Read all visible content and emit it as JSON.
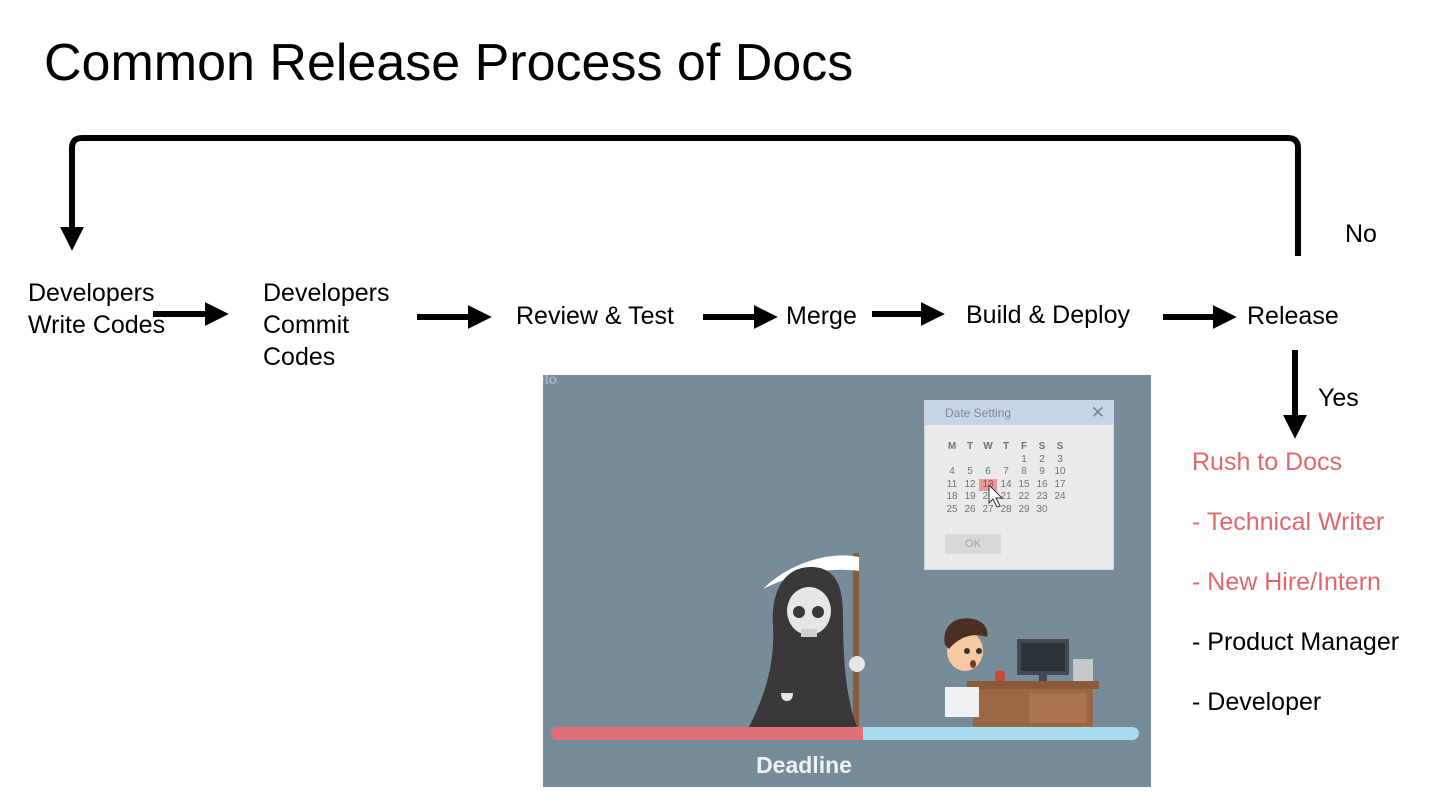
{
  "title": "Common Release Process of Docs",
  "steps": {
    "write": "Developers Write Codes",
    "commit": "Developers Commit Codes",
    "review": "Review & Test",
    "merge": "Merge",
    "build": "Build & Deploy",
    "release": "Release"
  },
  "decision": {
    "no": "No",
    "yes": "Yes"
  },
  "roles": {
    "heading": "Rush to Docs",
    "items": [
      "- Technical Writer",
      "- New Hire/Intern",
      "- Product Manager",
      "- Developer"
    ]
  },
  "illustration": {
    "watermark": "elo",
    "dialog_title": "Date Setting",
    "close": "✕",
    "weekdays": [
      "M",
      "T",
      "W",
      "T",
      "F",
      "S",
      "S"
    ],
    "weeks": [
      [
        "",
        "",
        "",
        "",
        "1",
        "2",
        "3"
      ],
      [
        "4",
        "5",
        "6",
        "7",
        "8",
        "9",
        "10"
      ],
      [
        "11",
        "12",
        "13",
        "14",
        "15",
        "16",
        "17"
      ],
      [
        "18",
        "19",
        "20",
        "21",
        "22",
        "23",
        "24"
      ],
      [
        "25",
        "26",
        "27",
        "28",
        "29",
        "30",
        ""
      ]
    ],
    "selected_day": "13",
    "ok": "OK",
    "caption": "Deadline",
    "deadline_progress": 0.53
  },
  "colors": {
    "highlight": "#e0686a",
    "panel": "#778b98",
    "bar_done": "#e0707a",
    "bar_left": "#a8dcf0"
  }
}
